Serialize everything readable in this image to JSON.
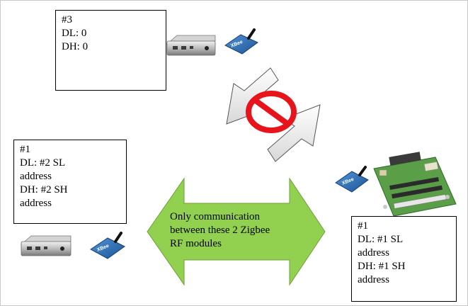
{
  "node3": {
    "title": "#3",
    "dl": "DL:  0",
    "dh": "DH: 0"
  },
  "node1": {
    "title": "#1",
    "dl": "DL:  #2 SL",
    "dl_cont": "address",
    "dh": "DH: #2 SH",
    "dh_cont": "address"
  },
  "node2": {
    "title": "#1",
    "dl": "DL:  #1 SL",
    "dl_cont": "address",
    "dh": "DH: #1 SH",
    "dh_cont": "address"
  },
  "arrow_label": {
    "line1": "Only communication",
    "line2": "between these 2 Zigbee",
    "line3": "RF modules"
  },
  "module_brand": "XBee",
  "colors": {
    "green_arrow": "#92d050",
    "prohibited_red": "#e8141c",
    "module_blue": "#2a6fb5",
    "board_green": "#5a9e48"
  }
}
